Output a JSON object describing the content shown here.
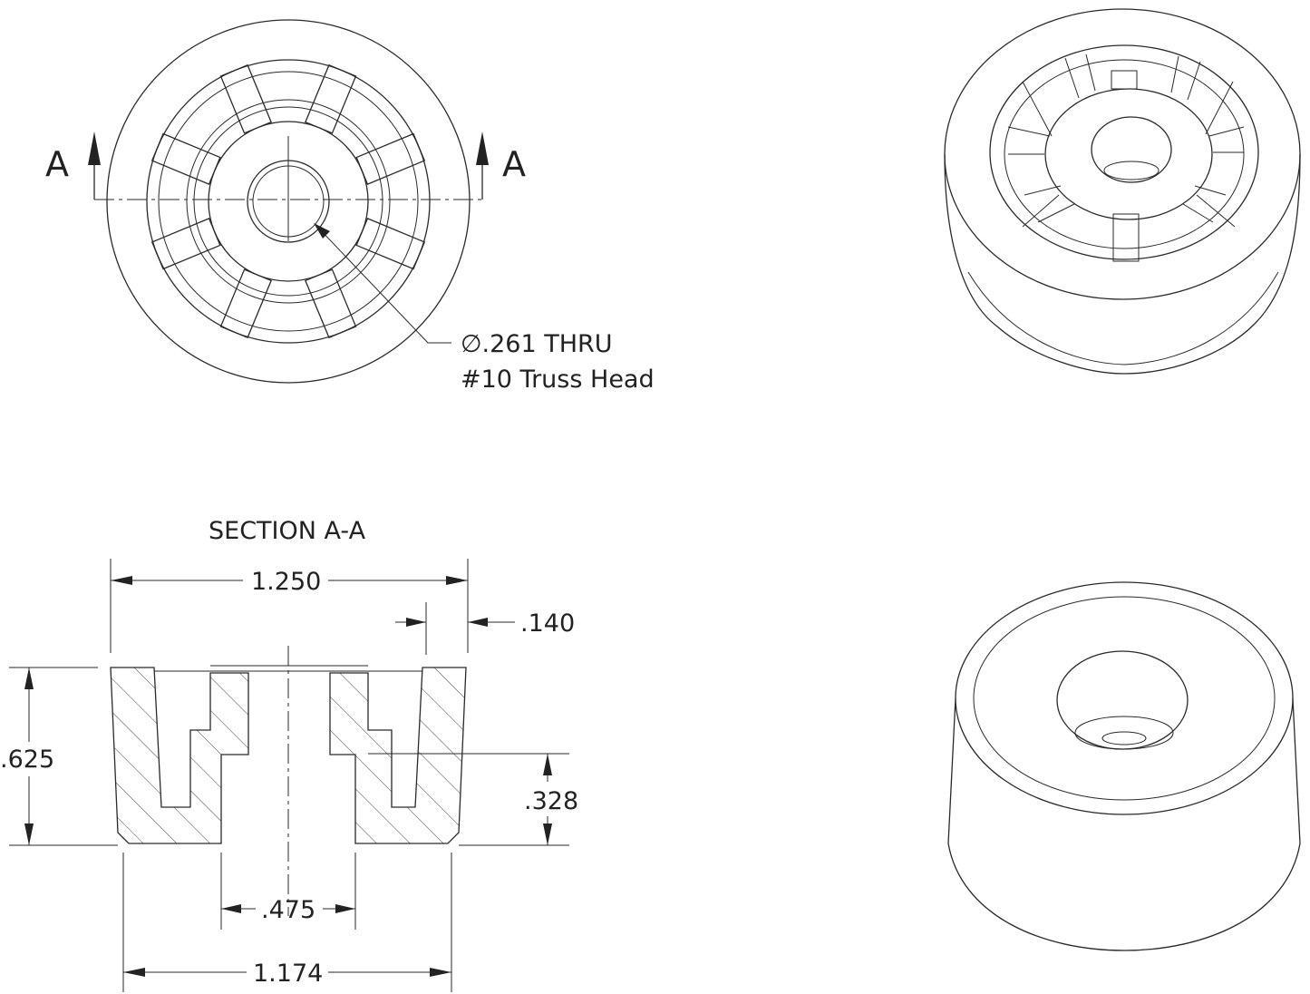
{
  "section_labels": {
    "left": "A",
    "right": "A"
  },
  "callout": {
    "line1": "∅.261 THRU",
    "line2": "#10 Truss Head"
  },
  "section_title": "SECTION A-A",
  "dimensions": {
    "top_width": "1.250",
    "wall": ".140",
    "height": ".625",
    "counterbore_depth": ".328",
    "counterbore_dia": ".475",
    "bottom_width": "1.174"
  }
}
